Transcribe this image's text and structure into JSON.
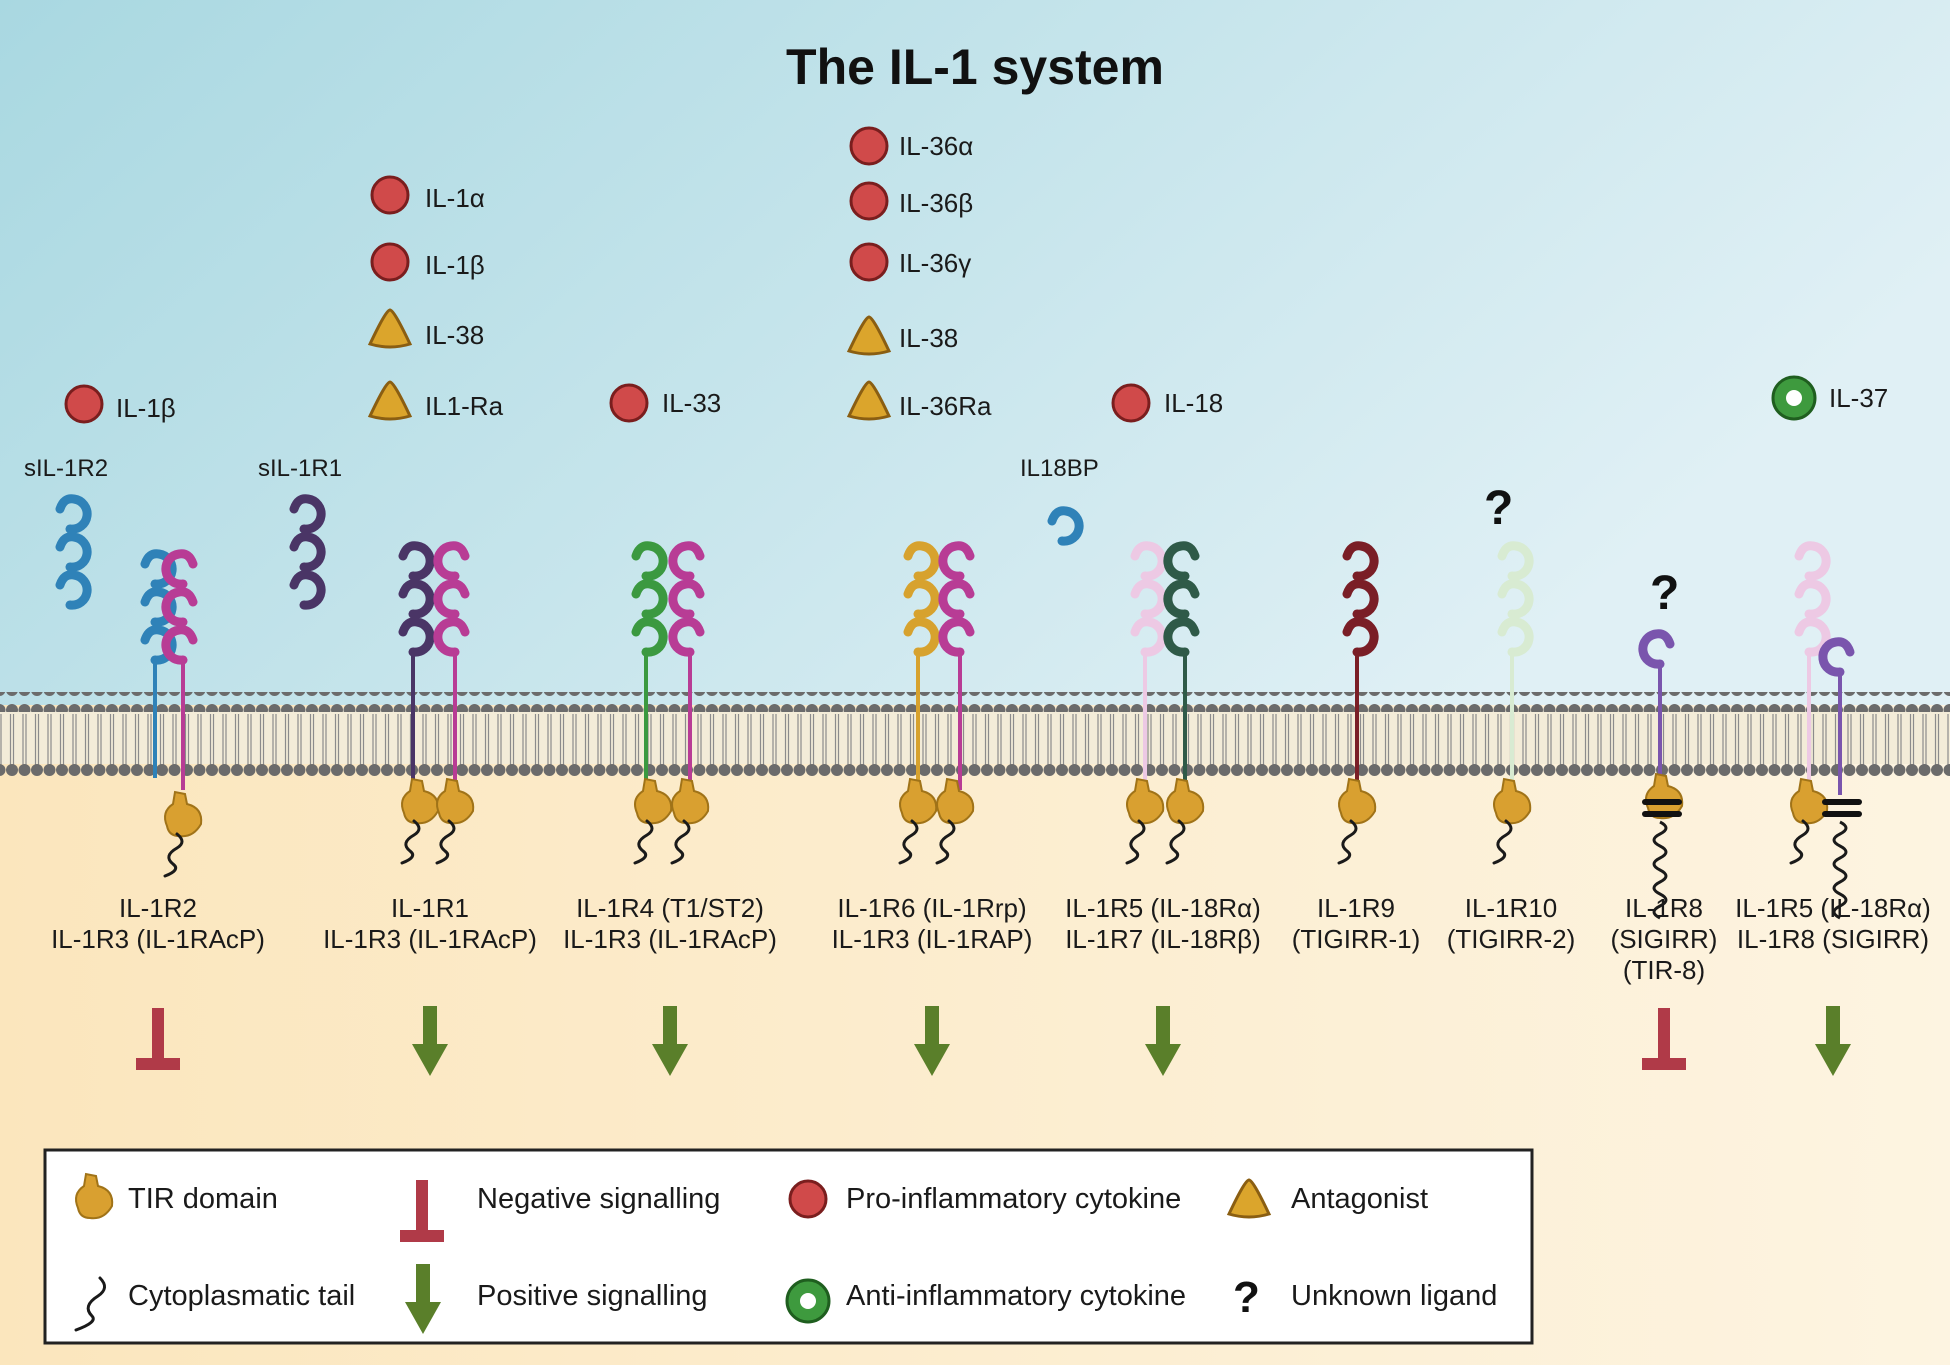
{
  "title": "The IL-1 system",
  "ligands": {
    "il1b_a": "IL-1β",
    "il1a": "IL-1α",
    "il1b_b": "IL-1β",
    "il38_a": "IL-38",
    "il1ra": "IL1-Ra",
    "il33": "IL-33",
    "il36a": "IL-36α",
    "il36b": "IL-36β",
    "il36g": "IL-36γ",
    "il38_b": "IL-38",
    "il36ra": "IL-36Ra",
    "il18": "IL-18",
    "il37": "IL-37"
  },
  "soluble": {
    "sil1r2": "sIL-1R2",
    "sil1r1": "sIL-1R1",
    "il18bp": "IL18BP"
  },
  "unknown_mark": "?",
  "receptors": [
    {
      "lines": [
        "IL-1R2",
        "IL-1R3 (IL-1RAcP)"
      ],
      "signal": "negative"
    },
    {
      "lines": [
        "IL-1R1",
        "IL-1R3 (IL-1RAcP)"
      ],
      "signal": "positive"
    },
    {
      "lines": [
        "IL-1R4 (T1/ST2)",
        "IL-1R3 (IL-1RAcP)"
      ],
      "signal": "positive"
    },
    {
      "lines": [
        "IL-1R6 (IL-1Rrp)",
        "IL-1R3  (IL-1RAP)"
      ],
      "signal": "positive"
    },
    {
      "lines": [
        "IL-1R5 (IL-18Rα)",
        "IL-1R7 (IL-18Rβ)"
      ],
      "signal": "positive"
    },
    {
      "lines": [
        "IL-1R9",
        "(TIGIRR-1)"
      ],
      "signal": "none"
    },
    {
      "lines": [
        "IL-1R10",
        "(TIGIRR-2)"
      ],
      "signal": "none"
    },
    {
      "lines": [
        "IL-1R8",
        "(SIGIRR)",
        "(TIR-8)"
      ],
      "signal": "negative"
    },
    {
      "lines": [
        "IL-1R5 (IL-18Rα)",
        "IL-1R8 (SIGIRR)"
      ],
      "signal": "positive"
    }
  ],
  "legend": {
    "tir": "TIR domain",
    "negative": "Negative signalling",
    "pro": "Pro-inflammatory cytokine",
    "antagonist": "Antagonist",
    "tail": "Cytoplasmatic tail",
    "positive": "Positive signalling",
    "anti": "Anti-inflammatory cytokine",
    "unknown": "Unknown ligand"
  },
  "colors": {
    "pro_cytokine": "#d04a4a",
    "antagonist": "#dba52c",
    "anti_cytokine": "#3e9a3e",
    "positive_arrow": "#5a7f2a",
    "negative_bar": "#b03a48",
    "tir": "#d9a030",
    "membrane_head": "#6b6b6b"
  }
}
